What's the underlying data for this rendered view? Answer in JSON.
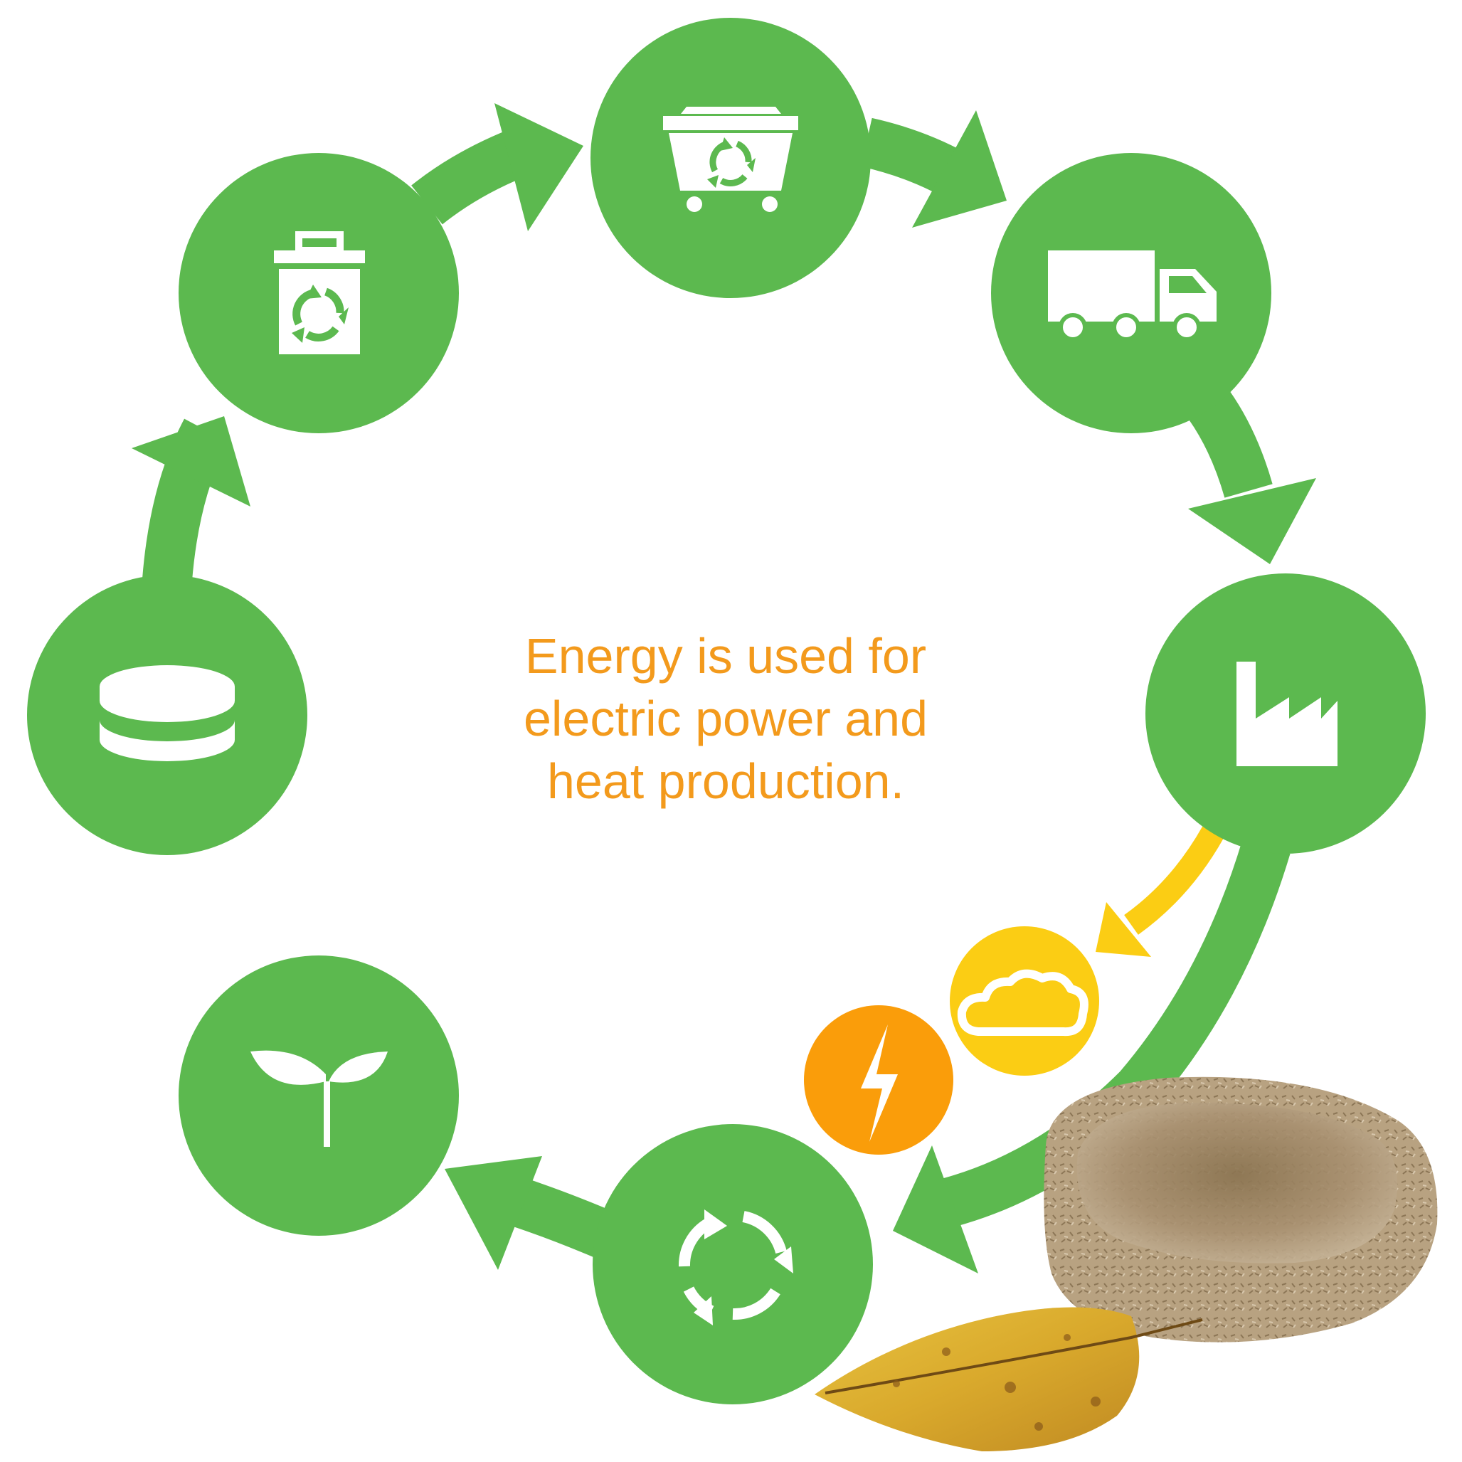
{
  "caption": {
    "lines": [
      "Energy is used for",
      "electric power and",
      "heat production."
    ]
  },
  "colors": {
    "green": "#5cb94f",
    "yellow": "#fbcd14",
    "orange": "#fa9d0a",
    "caption": "#f39a1c",
    "icon": "#ffffff"
  },
  "nodes": [
    {
      "name": "tablet-node",
      "icon": "coin-stack-icon"
    },
    {
      "name": "recycling-bin-node",
      "icon": "recycling-bin-icon"
    },
    {
      "name": "recycling-container-node",
      "icon": "recycling-container-icon"
    },
    {
      "name": "truck-node",
      "icon": "truck-icon"
    },
    {
      "name": "factory-node",
      "icon": "factory-icon"
    },
    {
      "name": "recycle-node",
      "icon": "recycle-arrows-icon"
    },
    {
      "name": "plant-node",
      "icon": "sprout-icon"
    }
  ],
  "outputs": [
    {
      "name": "heat-node",
      "icon": "cloud-icon"
    },
    {
      "name": "electricity-node",
      "icon": "lightning-icon"
    }
  ],
  "photo": {
    "icon": "biomass-bowl-with-leaf-image"
  }
}
